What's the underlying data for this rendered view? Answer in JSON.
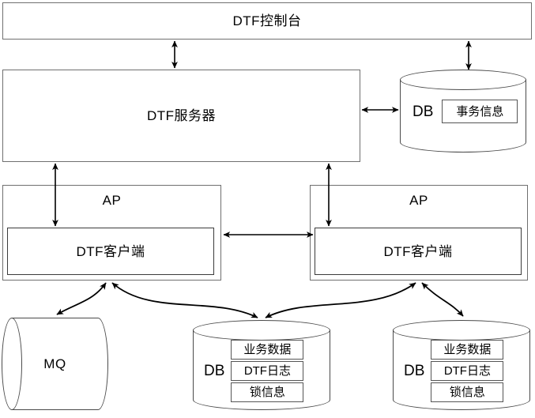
{
  "diagram": {
    "title_console": "DTF控制台",
    "server": "DTF服务器",
    "ap_left": "AP",
    "ap_right": "AP",
    "client_left": "DTF客户端",
    "client_right": "DTF客户端",
    "db_server": {
      "label": "DB",
      "items": [
        "事务信息"
      ]
    },
    "mq": "MQ",
    "db_mid": {
      "label": "DB",
      "items": [
        "业务数据",
        "DTF日志",
        "锁信息"
      ]
    },
    "db_right": {
      "label": "DB",
      "items": [
        "业务数据",
        "DTF日志",
        "锁信息"
      ]
    }
  },
  "style": {
    "stroke": "#4a4a4a",
    "arrow": "#000000",
    "background": "#ffffff"
  }
}
